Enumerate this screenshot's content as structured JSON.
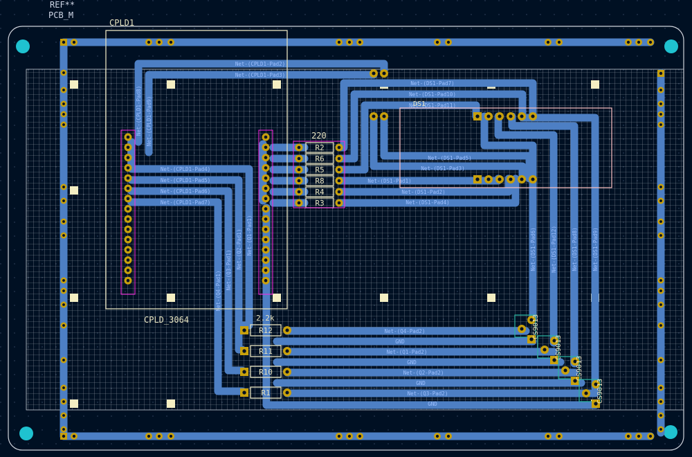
{
  "board": {
    "footprint_ref": "REF**",
    "footprint_value": "PCB_M"
  },
  "colors": {
    "background": "#001023",
    "edge_cuts": "#d0d4dc",
    "copper_trace": "#4d7fc4",
    "pad": "#c8a00c",
    "silkscreen": "#e6e2bf",
    "courtyard": "#ff26e2",
    "fab": "#ffc2c2",
    "mounting_hole": "#1fc2d0"
  },
  "components": {
    "cpld": {
      "ref": "CPLD1",
      "value": "CPLD_3064"
    },
    "resistor_array_value": "220",
    "resistors_top": [
      "R2",
      "R6",
      "R5",
      "R8",
      "R4",
      "R3"
    ],
    "resistor_bottom_value": "2.2k",
    "resistors_bottom": [
      "R12",
      "R11",
      "R10",
      "R1"
    ],
    "transistors": [
      "CS9013",
      "CS9013",
      "CS9013",
      "CS9013"
    ],
    "display_ref": "DS1"
  },
  "nets": {
    "top": [
      "Net-(CPLD1-Pad2)",
      "Net-(CPLD1-Pad3)"
    ],
    "left_vertical": [
      "Net-(CPLD1-Pad8)",
      "Net-(CPLD1-Pad9)"
    ],
    "left_horizontal": [
      "Net-(CPLD1-Pad4)",
      "Net-(CPLD1-Pad5)",
      "Net-(CPLD1-Pad6)",
      "Net-(CPLD1-Pad7)"
    ],
    "middle_vertical": [
      "Net-(Q1-Pad1)",
      "Net-(Q2-Pad1)",
      "Net-(Q3-Pad1)",
      "Net-(Q4-Pad1)"
    ],
    "ds_top": [
      "Net-(DS1-Pad7)",
      "Net-(DS1-Pad10)",
      "Net-(DS1-Pad11)"
    ],
    "ds_mid": [
      "Net-(DS1-Pad5)",
      "Net-(DS1-Pad3)",
      "Net-(DS1-Pad1)",
      "Net-(DS1-Pad2)",
      "Net-(DS1-Pad4)"
    ],
    "bottom": [
      "Net-(Q4-Pad2)",
      "GND",
      "Net-(Q1-Pad2)",
      "GND",
      "Net-(Q2-Pad2)",
      "GND",
      "Net-(Q3-Pad2)",
      "GND"
    ],
    "right_vertical": [
      "Net-(DS1-Pad6)",
      "Net-(DS1-Pad12)",
      "Net-(DS1-Pad8)",
      "Net-(DS1-Pad9)"
    ]
  }
}
